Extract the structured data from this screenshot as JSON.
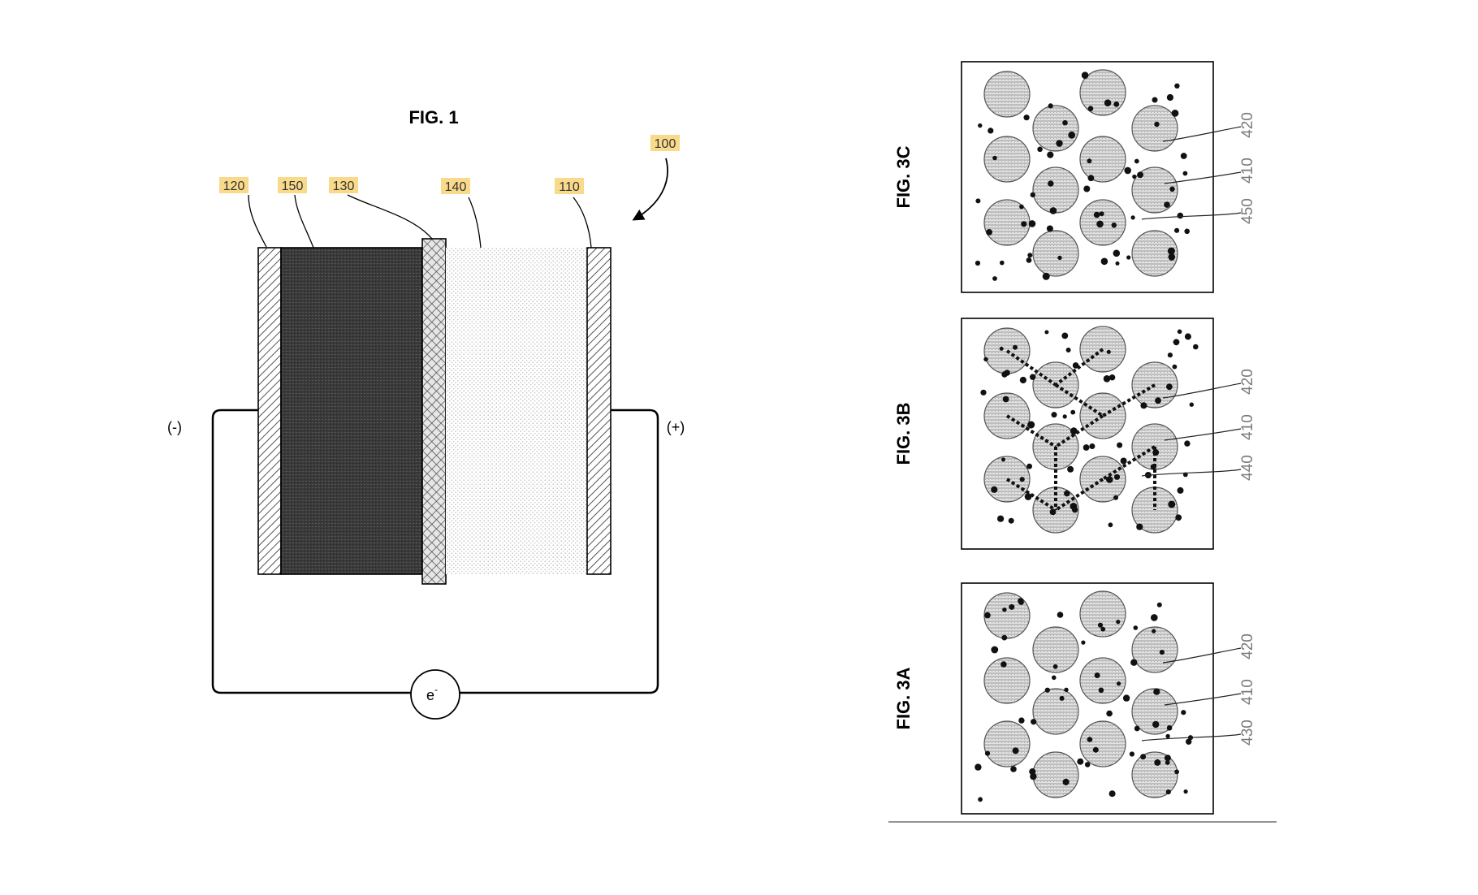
{
  "fig1": {
    "title": "FIG. 1",
    "refs": {
      "r100": "100",
      "r120": "120",
      "r150": "150",
      "r130": "130",
      "r140": "140",
      "r110": "110"
    },
    "terminal_negative": "(-)",
    "terminal_positive": "(+)",
    "electron": "e",
    "electron_sup": "-",
    "colors": {
      "highlight": "#f9d98a",
      "line": "#000000"
    }
  },
  "fig3": {
    "panels": [
      {
        "title": "FIG. 3C",
        "refs": [
          "420",
          "410",
          "450"
        ]
      },
      {
        "title": "FIG. 3B",
        "refs": [
          "420",
          "410",
          "440"
        ]
      },
      {
        "title": "FIG. 3A",
        "refs": [
          "420",
          "410",
          "430"
        ]
      }
    ]
  }
}
